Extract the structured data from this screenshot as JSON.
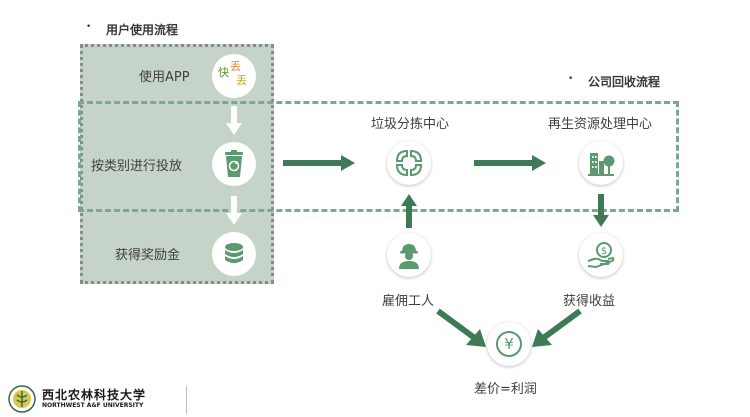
{
  "user_flow": {
    "title": "用户使用流程",
    "steps": [
      {
        "label": "使用APP",
        "icon": "app-logo-icon"
      },
      {
        "label": "按类别进行投放",
        "icon": "recycle-bin-icon"
      },
      {
        "label": "获得奖励金",
        "icon": "coin-stack-icon"
      }
    ],
    "logo_text": [
      "快",
      "丢",
      "丢"
    ]
  },
  "company_flow": {
    "title": "公司回收流程",
    "sorting_center": "垃圾分拣中心",
    "recycling_center": "再生资源处理中心",
    "hire_workers": "雇佣工人",
    "gain_income": "获得收益",
    "profit": "差价=利润"
  },
  "footer": {
    "university_cn": "西北农林科技大学",
    "university_en": "NORTHWEST A&F UNIVERSITY"
  },
  "colors": {
    "arrow": "#3f7a56",
    "icon_green": "#5a9a6e",
    "panel_bg": "#c5d3c9",
    "dashed": "#7aa98c"
  }
}
